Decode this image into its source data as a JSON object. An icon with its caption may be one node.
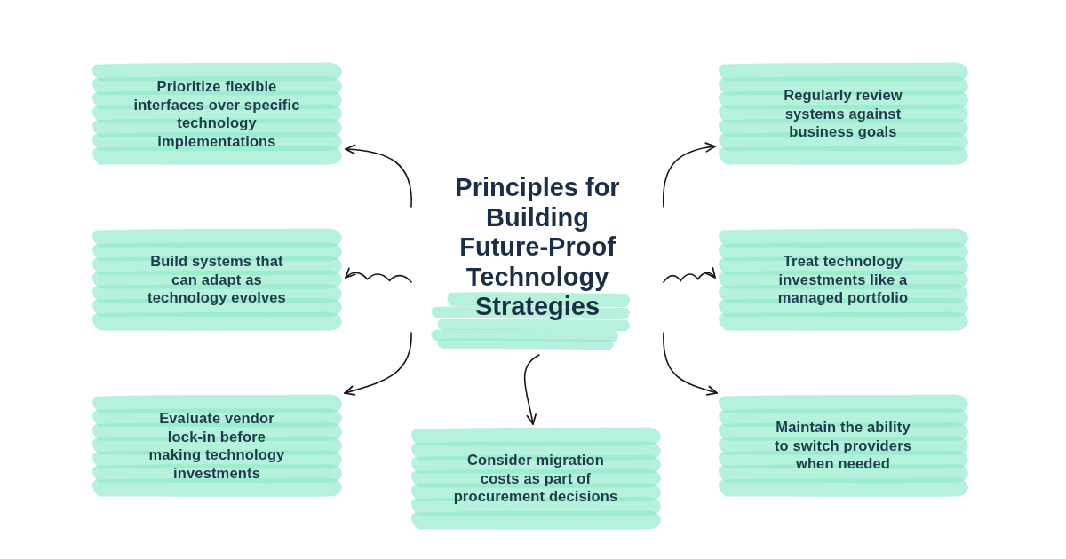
{
  "diagram": {
    "nodes": [
      {
        "text": [
          "Principles for Building Future-Proof Technology Strategies"
        ]
      },
      {
        "text": [
          "Prioritize flexible interfaces over specific technology implementations"
        ]
      },
      {
        "text": [
          "Regularly review systems against business goals"
        ]
      },
      {
        "text": [
          "Build systems that can adapt as technology evolves"
        ]
      },
      {
        "text": [
          "Treat technology investments like a managed portfolio"
        ]
      },
      {
        "text": [
          "Evaluate vendor lock-in before making technology investments"
        ]
      },
      {
        "text": [
          "Consider migration costs as part of procurement decisions"
        ]
      },
      {
        "text": [
          "Maintain the ability to switch providers when needed"
        ]
      }
    ],
    "edges": [
      {
        "from": 0,
        "to": 1,
        "arrow": "to"
      },
      {
        "from": 0,
        "to": 2,
        "arrow": "to"
      },
      {
        "from": 0,
        "to": 3,
        "arrow": "to"
      },
      {
        "from": 0,
        "to": 4,
        "arrow": "to"
      },
      {
        "from": 0,
        "to": 5,
        "arrow": "to"
      },
      {
        "from": 0,
        "to": 6,
        "arrow": "to"
      },
      {
        "from": 0,
        "to": 7,
        "arrow": "to"
      }
    ]
  }
}
